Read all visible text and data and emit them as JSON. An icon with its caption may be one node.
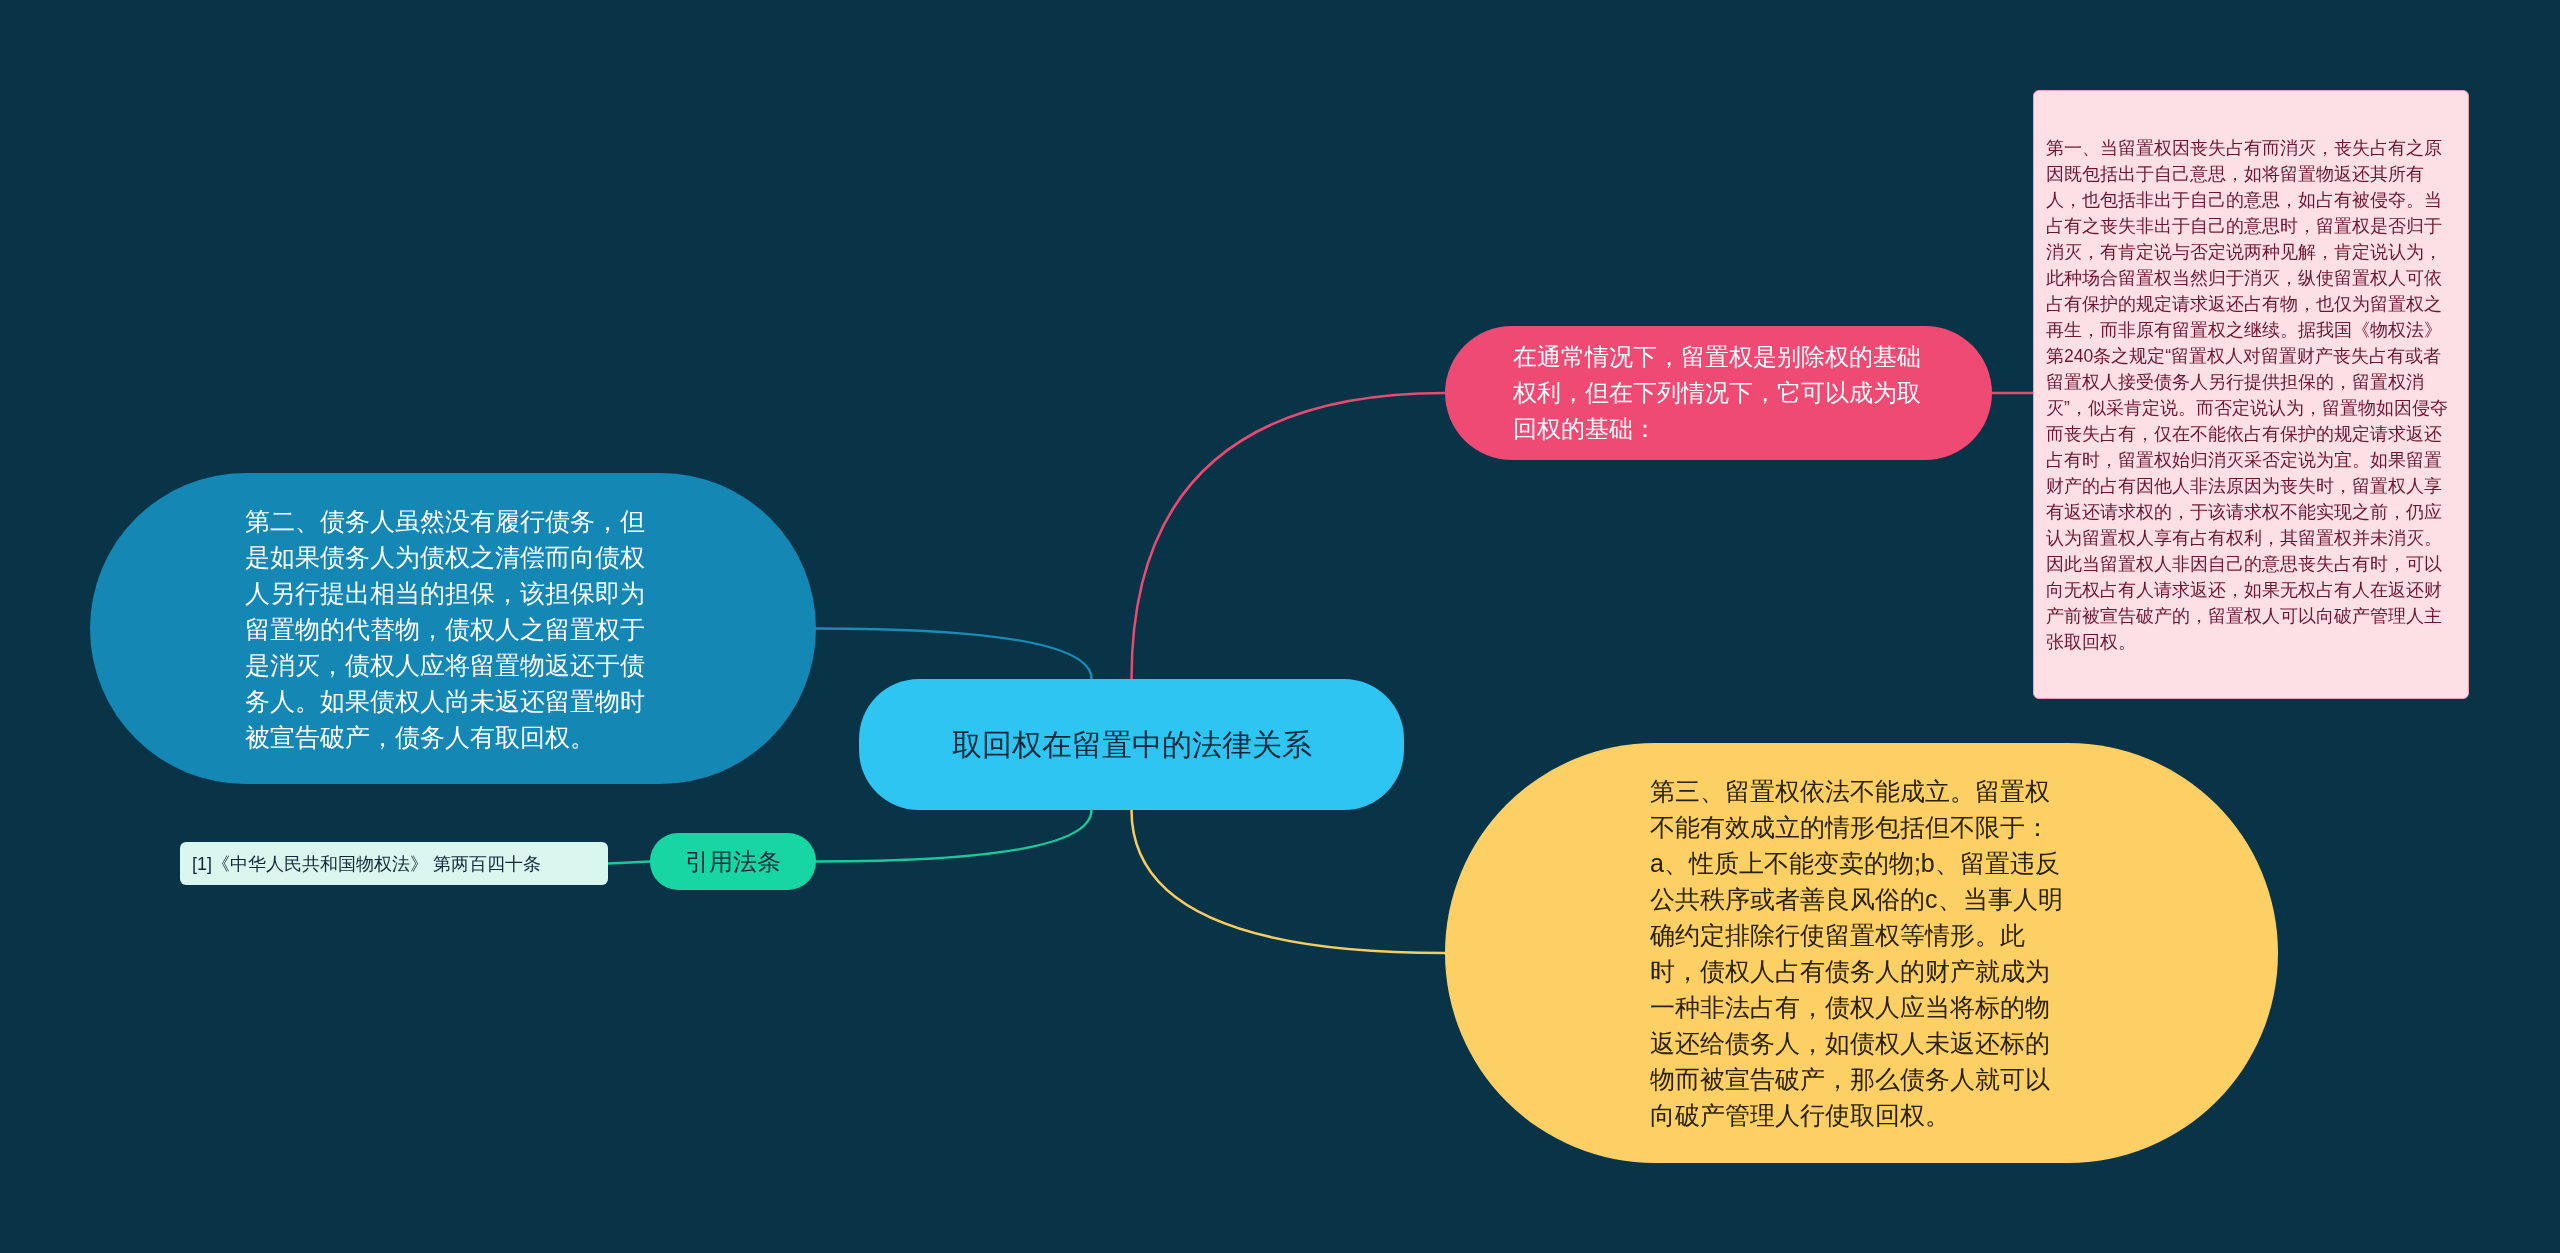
{
  "diagram": {
    "nodes": [
      {
        "text": [
          "取回权在留置中的法律关系"
        ]
      },
      {
        "text": [
          "在通常情况下，留置权是别除权的基础权利，但在下列情况下，它可以成为取回权的基础："
        ]
      },
      {
        "text": [
          "第一、当留置权因丧失占有而消灭，丧失占有之原因既包括出于自己意思，如将留置物返还其所有人，也包括非出于自己的意思，如占有被侵夺。当占有之丧失非出于自己的意思时，留置权是否归于消灭，有肯定说与否定说两种见解，肯定说认为，此种场合留置权当然归于消灭，纵使留置权人可依占有保护的规定请求返还占有物，也仅为留置权之再生，而非原有留置权之继续。据我国《物权法》第240条之规定“留置权人对留置财产丧失占有或者留置权人接受债务人另行提供担保的，留置权消灭”，似采肯定说。而否定说认为，留置物如因侵夺而丧失占有，仅在不能依占有保护的规定请求返还占有时，留置权始归消灭采否定说为宜。如果留置财产的占有因他人非法原因为丧失时，留置权人享有返还请求权的，于该请求权不能实现之前，仍应认为留置权人享有占有权利，其留置权并未消灭。因此当留置权人非因自己的意思丧失占有时，可以向无权占有人请求返还，如果无权占有人在返还财产前被宣告破产的，留置权人可以向破产管理人主张取回权。"
        ]
      },
      {
        "text": [
          "第二、债务人虽然没有履行债务，但是如果债务人为债权之清偿而向债权人另行提出相当的担保，该担保即为留置物的代替物，债权人之留置权于是消灭，债权人应将留置物返还于债务人。如果债权人尚未返还留置物时被宣告破产，债务人有取回权。"
        ]
      },
      {
        "text": [
          "第三、留置权依法不能成立。留置权不能有效成立的情形包括但不限于：a、性质上不能变卖的物;b、留置违反公共秩序或者善良风俗的c、当事人明确约定排除行使留置权等情形。此时，债权人占有债务人的财产就成为一种非法占有，债权人应当将标的物返还给债务人，如债权人未返还标的物而被宣告破产，那么债务人就可以向破产管理人行使取回权。"
        ]
      },
      {
        "text": [
          "引用法条"
        ]
      },
      {
        "text": [
          "[1]《中华人民共和国物权法》 第两百四十条"
        ]
      }
    ],
    "edges": [
      {
        "from": 0,
        "to": 1,
        "arrow": "none",
        "color": "#e84a72"
      },
      {
        "from": 1,
        "to": 2,
        "arrow": "none",
        "color": "#e84a72"
      },
      {
        "from": 0,
        "to": 3,
        "arrow": "none",
        "color": "#1a8ab6"
      },
      {
        "from": 0,
        "to": 4,
        "arrow": "none",
        "color": "#f7cc62"
      },
      {
        "from": 0,
        "to": 5,
        "arrow": "none",
        "color": "#19c99c"
      },
      {
        "from": 5,
        "to": 6,
        "arrow": "none",
        "color": "#19c99c"
      }
    ]
  }
}
